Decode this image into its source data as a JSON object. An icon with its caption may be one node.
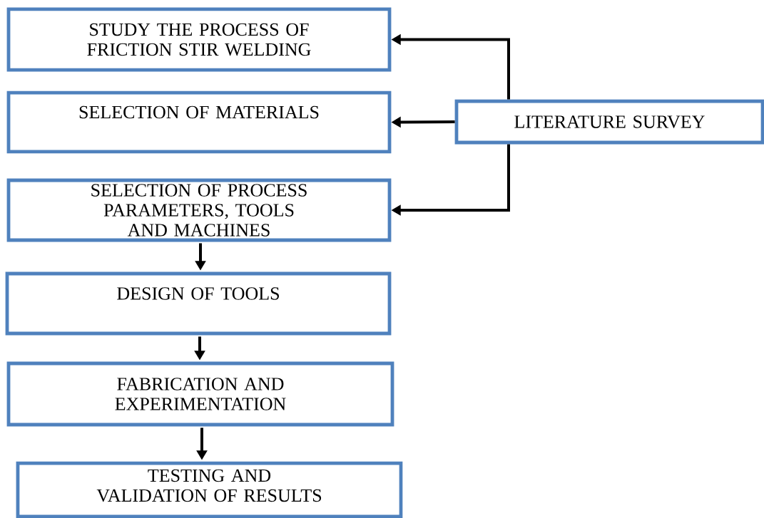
{
  "diagram": {
    "nodes": [
      {
        "text": [
          "STUDY THE PROCESS OF FRICTION STIR WELDING"
        ]
      },
      {
        "text": [
          "SELECTION OF MATERIALS"
        ]
      },
      {
        "text": [
          "LITERATURE SURVEY"
        ]
      },
      {
        "text": [
          "SELECTION OF PROCESS PARAMETERS, TOOLS AND MACHINES"
        ]
      },
      {
        "text": [
          "DESIGN OF TOOLS"
        ]
      },
      {
        "text": [
          "FABRICATION AND EXPERIMENTATION"
        ]
      },
      {
        "text": [
          "TESTING AND VALIDATION OF RESULTS"
        ]
      }
    ],
    "edges": [
      {
        "from": 2,
        "to": 0,
        "arrow": "to"
      },
      {
        "from": 2,
        "to": 1,
        "arrow": "to"
      },
      {
        "from": 2,
        "to": 3,
        "arrow": "to"
      },
      {
        "from": 3,
        "to": 4,
        "arrow": "to"
      },
      {
        "from": 4,
        "to": 5,
        "arrow": "to"
      },
      {
        "from": 5,
        "to": 6,
        "arrow": "to"
      }
    ]
  }
}
